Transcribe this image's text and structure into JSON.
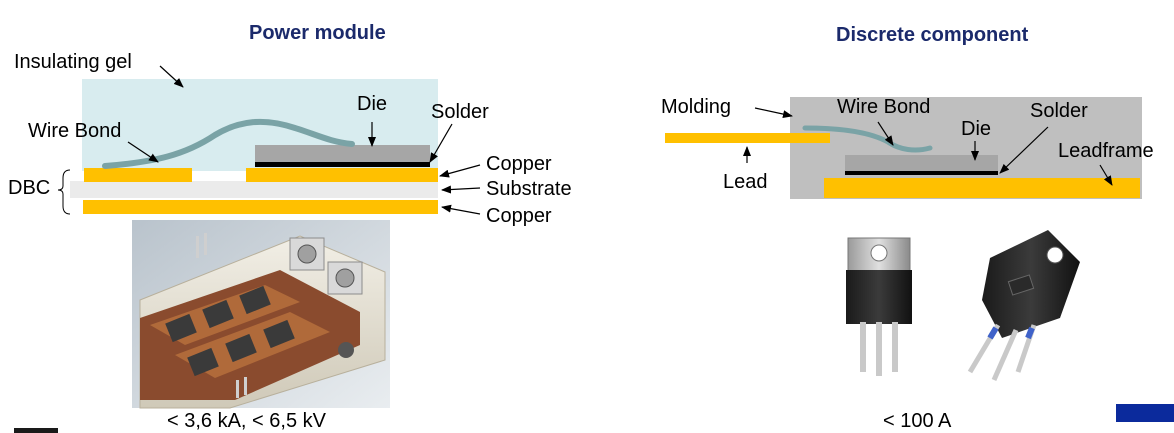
{
  "left": {
    "title": "Power module",
    "labels": {
      "insulating_gel": "Insulating gel",
      "die": "Die",
      "solder": "Solder",
      "wire_bond": "Wire Bond",
      "copper_top": "Copper",
      "substrate": "Substrate",
      "copper_bottom": "Copper",
      "dbc": "DBC"
    },
    "rating": "< 3,6 kA, < 6,5 kV"
  },
  "right": {
    "title": "Discrete component",
    "labels": {
      "molding": "Molding",
      "wire_bond": "Wire Bond",
      "solder": "Solder",
      "die": "Die",
      "leadframe": "Leadframe",
      "lead": "Lead"
    },
    "rating": "< 100 A"
  },
  "colors": {
    "title": "#1b2a6b",
    "gel": "#d8ecef",
    "copper": "#ffc000",
    "substrate": "#ebebeb",
    "die": "#a6a6a6",
    "molding": "#bfbfbf",
    "wire_bond": "#7aa3a6",
    "brand_bar": "#0b2a9c"
  }
}
